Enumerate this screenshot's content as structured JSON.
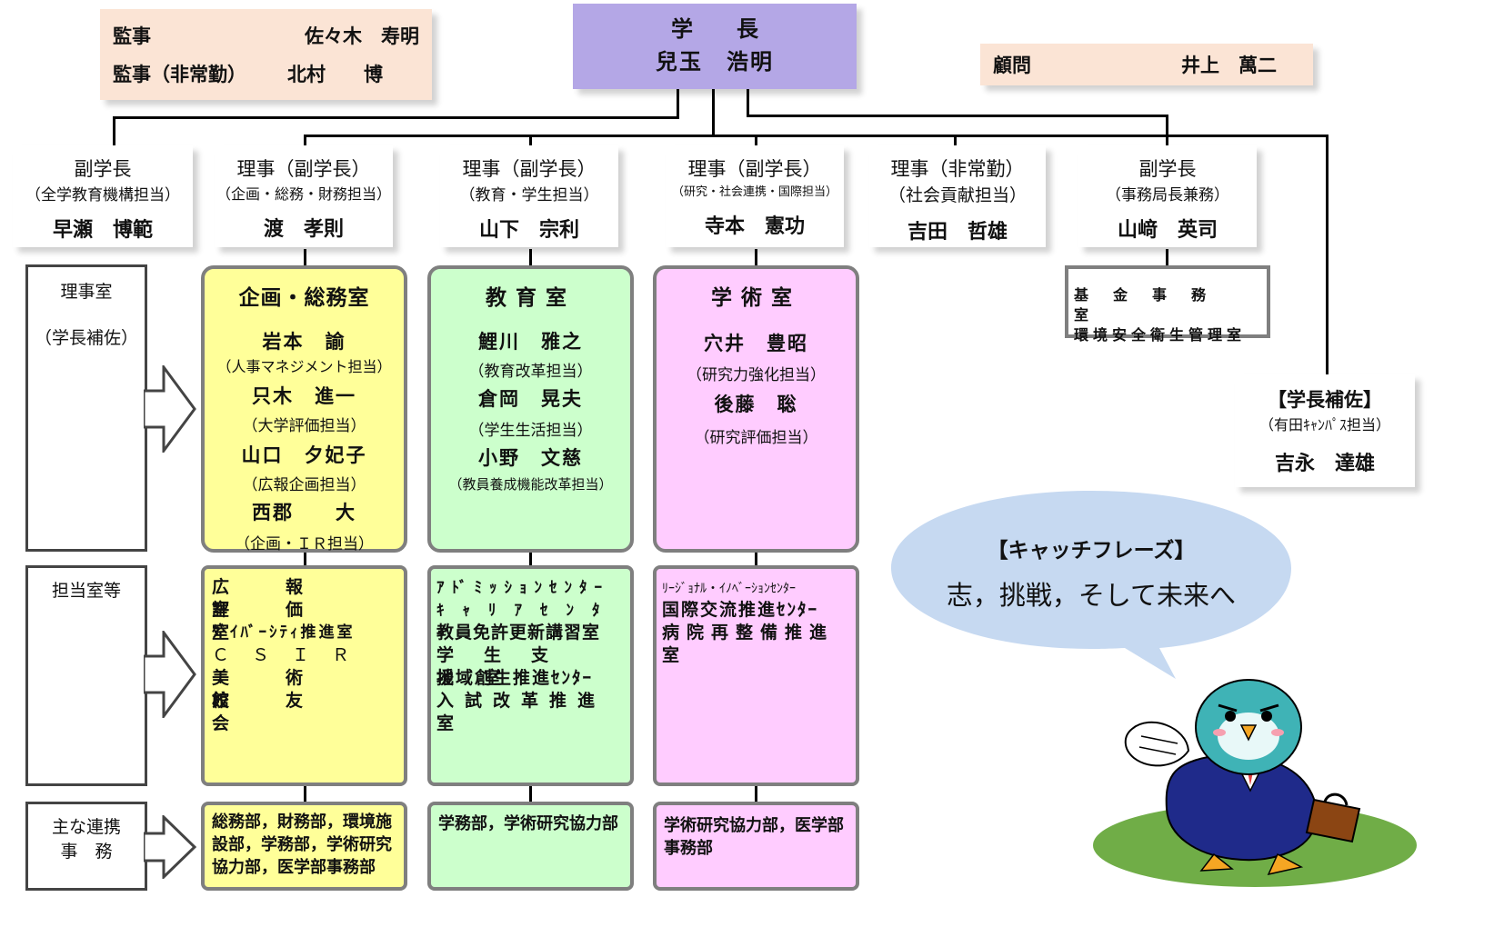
{
  "auditors": {
    "row1_label": "監事",
    "row1_name": "佐々木　寿明",
    "row2_label": "監事（非常勤）",
    "row2_name": "北村　　博"
  },
  "president": {
    "title": "学　　長",
    "name": "兒玉　浩明"
  },
  "advisor": {
    "label": "顧問",
    "name": "井上　萬二"
  },
  "executives": [
    {
      "title": "副学長",
      "role": "（全学教育機構担当）",
      "name": "早瀬　博範"
    },
    {
      "title": "理事（副学長）",
      "role": "（企画・総務・財務担当）",
      "name": "渡　孝則"
    },
    {
      "title": "理事（副学長）",
      "role": "（教育・学生担当）",
      "name": "山下　宗利"
    },
    {
      "title": "理事（副学長）",
      "role": "（研究・社会連携・国際担当）",
      "name": "寺本　憲功"
    },
    {
      "title": "理事（非常勤）",
      "role": "（社会貢献担当）",
      "name": "吉田　哲雄"
    },
    {
      "title": "副学長",
      "role": "（事務局長兼務）",
      "name": "山﨑　英司"
    }
  ],
  "left_labels": {
    "riji_title": "理事室",
    "riji_sub": "（学長補佐）",
    "tanto": "担当室等",
    "renkei_1": "主な連携",
    "renkei_2": "事　務"
  },
  "offices": [
    {
      "title": "企画・総務室",
      "members": [
        {
          "name": "岩本　諭",
          "role": "（人事マネジメント担当）"
        },
        {
          "name": "只木　進一",
          "role": "（大学評価担当）"
        },
        {
          "name": "山口　夕妃子",
          "role": "（広報企画担当）"
        },
        {
          "name": "西郡　　大",
          "role": "（企画・ＩＲ担当）"
        }
      ],
      "rooms": [
        "広報室",
        "評価室",
        "ﾀﾞｲﾊﾞｰｼﾃｨ推進室",
        "ＣＳＩＲＴ",
        "美術館",
        "校友会"
      ],
      "liaison": "総務部，財務部，環境施設部，学務部，学術研究協力部，医学部事務部"
    },
    {
      "title": "教育室",
      "members": [
        {
          "name": "鯉川　雅之",
          "role": "（教育改革担当）"
        },
        {
          "name": "倉岡　晃夫",
          "role": "（学生生活担当）"
        },
        {
          "name": "小野　文慈",
          "role": "（教員養成機能改革担当）"
        }
      ],
      "rooms": [
        "ｱﾄﾞﾐｯｼｮﾝｾﾝﾀｰ",
        "ｷｬﾘｱｾﾝﾀｰ",
        "教員免許更新講習室",
        "学生支援室",
        "地域創生推進ｾﾝﾀｰ",
        "入試改革推進室"
      ],
      "liaison": "学務部，学術研究協力部"
    },
    {
      "title": "学術室",
      "members": [
        {
          "name": "穴井　豊昭",
          "role": "（研究力強化担当）"
        },
        {
          "name": "後藤　聡",
          "role": "（研究評価担当）"
        }
      ],
      "rooms": [
        "ﾘｰｼﾞｮﾅﾙ・ｲﾉﾍﾞｰｼｮﾝｾﾝﾀｰ",
        "国際交流推進ｾﾝﾀｰ",
        "病院再整備推進室"
      ],
      "liaison": "学術研究協力部，医学部事務部"
    }
  ],
  "fund_office": {
    "line1": "基金事務室",
    "line2": "環境安全衛生管理室"
  },
  "assistant": {
    "title": "【学長補佐】",
    "role": "（有田ｷｬﾝﾊﾟｽ担当）",
    "name": "吉永　達雄"
  },
  "catchphrase": {
    "title": "【キャッチフレーズ】",
    "text": "志，挑戦，そして未来へ"
  },
  "colors": {
    "president": "#b4a7e6",
    "auditor": "#fbe4d5",
    "yellow": "#ffff99",
    "green": "#ccffcc",
    "pink": "#ffccff",
    "bubble": "#c6d9f1",
    "grass": "#70ad47"
  }
}
